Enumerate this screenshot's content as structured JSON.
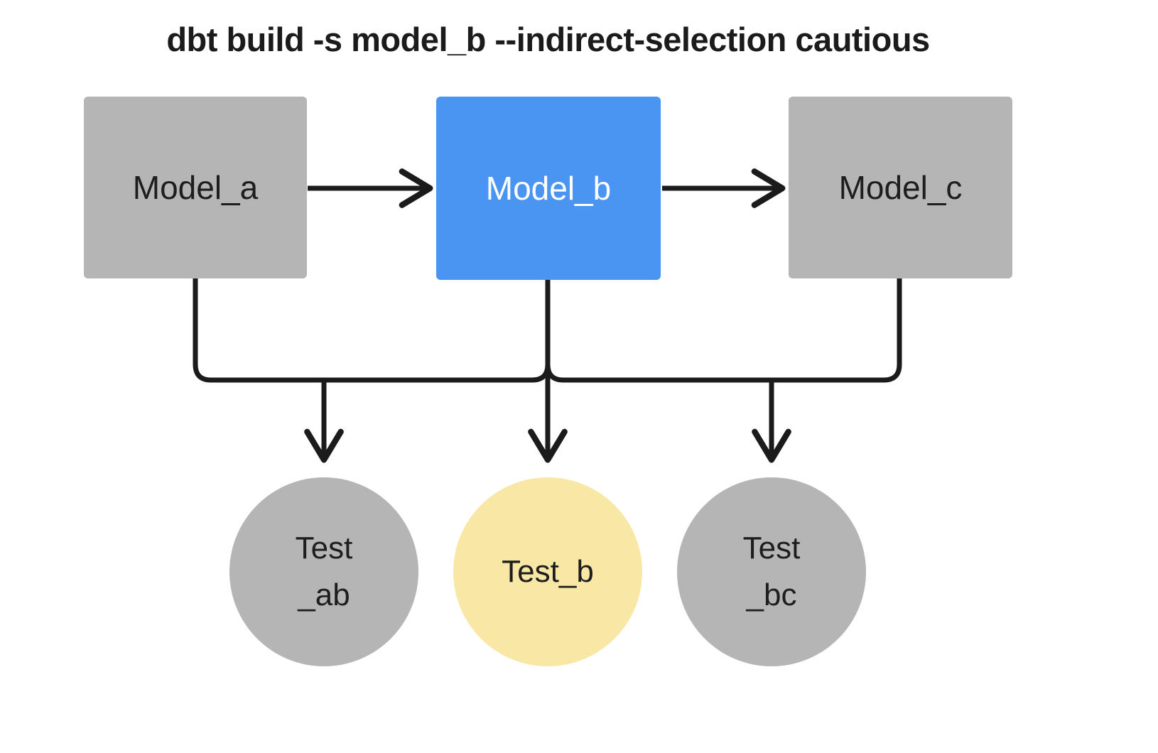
{
  "title": "dbt build -s model_b --indirect-selection cautious",
  "colors": {
    "background": "#ffffff",
    "node_gray": "#b5b5b5",
    "node_blue": "#4a95f2",
    "node_yellow": "#f8e7a5",
    "line": "#1b1b1b",
    "text_dark": "#1e1e1e",
    "text_light": "#ffffff"
  },
  "diagram": {
    "models": [
      {
        "id": "model_a",
        "label": "Model_a",
        "state": "unselected"
      },
      {
        "id": "model_b",
        "label": "Model_b",
        "state": "selected"
      },
      {
        "id": "model_c",
        "label": "Model_c",
        "state": "unselected"
      }
    ],
    "tests": [
      {
        "id": "test_ab",
        "label_line1": "Test",
        "label_line2": "_ab",
        "state": "unselected"
      },
      {
        "id": "test_b",
        "label": "Test_b",
        "state": "indirectly-selected"
      },
      {
        "id": "test_bc",
        "label_line1": "Test",
        "label_line2": "_bc",
        "state": "unselected"
      }
    ]
  }
}
